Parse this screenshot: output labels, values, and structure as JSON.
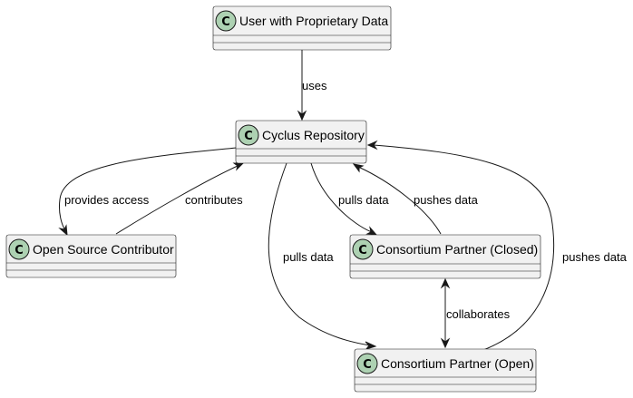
{
  "diagram": {
    "class_badge_letter": "C",
    "classes": {
      "user": "User with Proprietary Data",
      "repo": "Cyclus Repository",
      "contributor": "Open Source Contributor",
      "closed": "Consortium Partner (Closed)",
      "open": "Consortium Partner (Open)"
    },
    "relations": [
      {
        "from": "user",
        "to": "repo",
        "label": "uses"
      },
      {
        "from": "repo",
        "to": "contributor",
        "label": "provides access"
      },
      {
        "from": "contributor",
        "to": "repo",
        "label": "contributes"
      },
      {
        "from": "repo",
        "to": "closed",
        "label": "pulls data"
      },
      {
        "from": "closed",
        "to": "repo",
        "label": "pushes data"
      },
      {
        "from": "repo",
        "to": "open",
        "label": "pulls data"
      },
      {
        "from": "open",
        "to": "repo",
        "label": "pushes data"
      },
      {
        "from": "closed",
        "to": "open",
        "label": "collaborates",
        "bidirectional": true
      }
    ]
  }
}
